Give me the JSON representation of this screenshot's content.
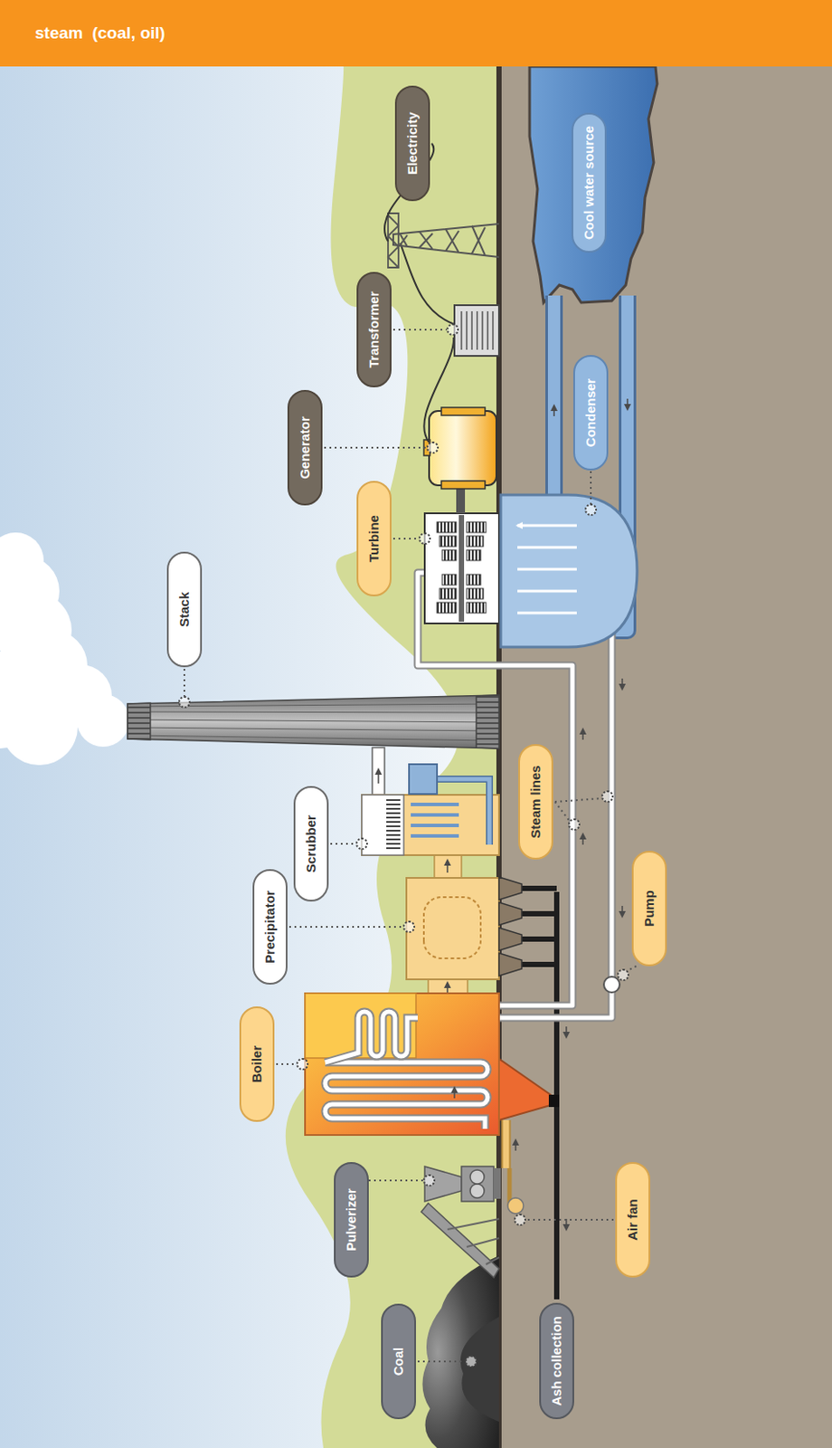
{
  "diagram": {
    "title": "steam  (coal, oil)",
    "nodes": [
      {
        "text": [
          "Electricity"
        ]
      },
      {
        "text": [
          "Cool water source"
        ]
      },
      {
        "text": [
          "Transformer"
        ]
      },
      {
        "text": [
          "Condenser"
        ]
      },
      {
        "text": [
          "Generator"
        ]
      },
      {
        "text": [
          "Turbine"
        ]
      },
      {
        "text": [
          "Stack"
        ]
      },
      {
        "text": [
          "Steam lines"
        ]
      },
      {
        "text": [
          "Scrubber"
        ]
      },
      {
        "text": [
          "Precipitator"
        ]
      },
      {
        "text": [
          "Pump"
        ]
      },
      {
        "text": [
          "Boiler"
        ]
      },
      {
        "text": [
          "Pulverizer"
        ]
      },
      {
        "text": [
          "Air fan"
        ]
      },
      {
        "text": [
          "Coal"
        ]
      },
      {
        "text": [
          "Ash collection"
        ]
      }
    ]
  }
}
